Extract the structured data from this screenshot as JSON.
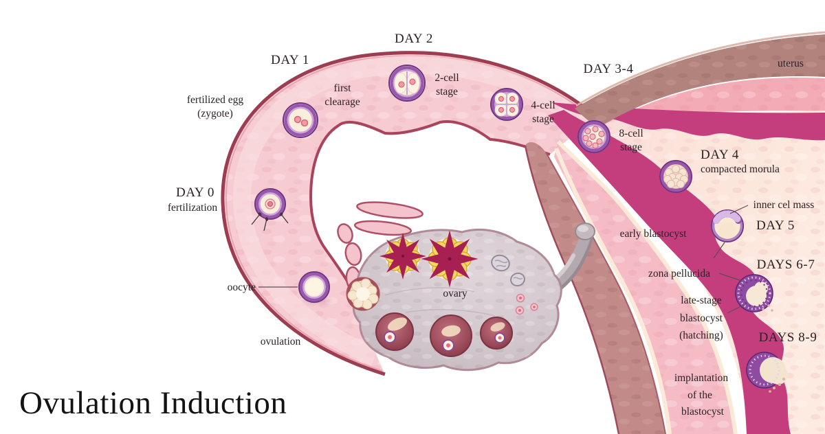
{
  "title": "Ovulation Induction",
  "labels": {
    "uterus": "uterus",
    "ovary": "ovary",
    "oocyte": "oocyte",
    "ovulation": "ovulation",
    "day0": [
      "DAY 0",
      "fertilization"
    ],
    "fertilized_egg": [
      "fertilized egg",
      "(zygote)"
    ],
    "day1": "DAY 1",
    "first_cleavage": [
      "first",
      "clearage"
    ],
    "day2": "DAY 2",
    "two_cell": [
      "2-cell",
      "stage"
    ],
    "day34": "DAY 3-4",
    "four_cell": [
      "4-cell",
      "stage"
    ],
    "eight_cell": [
      "8-cell",
      "stage"
    ],
    "day4": "DAY 4",
    "compacted_morula": "compacted morula",
    "inner_cell_mass": "inner cel mass",
    "day5": "DAY 5",
    "early_blastocyst": "early blastocyst",
    "zona_pellucida": "zona pellucida",
    "days67": "DAYS 6-7",
    "late_stage_blastocyst": [
      "late-stage",
      "blastocyst",
      "(hatching)"
    ],
    "days89": "DAYS 8-9",
    "implantation": [
      "implantation",
      "of the",
      "blastocyst"
    ]
  },
  "palette": {
    "tube_pink": "#f6cbd1",
    "tube_edge_maroon": "#9d3d52",
    "endometrium_magenta": "#c43e7e",
    "perimetrium_brown": "#b2837c",
    "uterine_wall_rose": "#c28b89",
    "cavity_cream": "#fbe6dc",
    "ovary_gray": "#cfc4ca",
    "corpus_luteum_yellow": "#f8d75e",
    "corpus_luteum_star": "#c22c6a",
    "follicle_maroon": "#8e3d4d",
    "embryo_ring_purple": "#8d4ba1",
    "embryo_cream": "#f9eddb",
    "title_color": "#131313"
  }
}
